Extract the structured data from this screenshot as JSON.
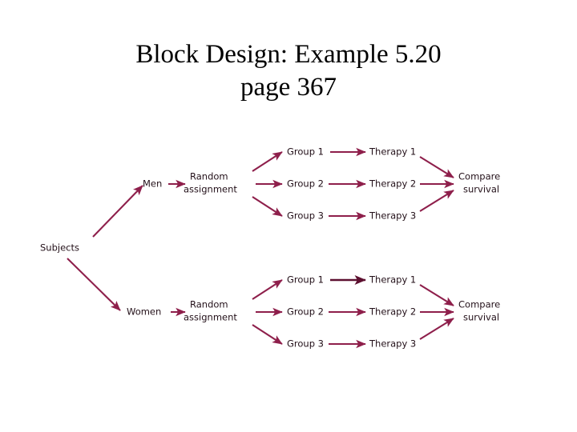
{
  "slide": {
    "title": "Block Design: Example 5.20\npage 367",
    "background_color": "#ffffff",
    "title_color": "#000000"
  },
  "diagram": {
    "name": "block-design-flow-diagram",
    "arrow_color": "#8e1f4b",
    "label_color": "#231019",
    "root": "Subjects",
    "blocks": [
      {
        "block_label": "Men",
        "randomizer_label": "Random\nassignment",
        "groups": [
          "Group 1",
          "Group 2",
          "Group 3"
        ],
        "therapies": [
          "Therapy 1",
          "Therapy 2",
          "Therapy 3"
        ],
        "outcome": "Compare\nsurvival"
      },
      {
        "block_label": "Women",
        "randomizer_label": "Random\nassignment",
        "groups": [
          "Group 1",
          "Group 2",
          "Group 3"
        ],
        "therapies": [
          "Therapy 1",
          "Therapy 2",
          "Therapy 3"
        ],
        "outcome": "Compare\nsurvival"
      }
    ],
    "nodes": {
      "subjects": "Subjects",
      "men": "Men",
      "women": "Women",
      "random_assignment_men_line1": "Random",
      "random_assignment_men_line2": "assignment",
      "random_assignment_women_line1": "Random",
      "random_assignment_women_line2": "assignment",
      "men_group_1": "Group 1",
      "men_group_2": "Group 2",
      "men_group_3": "Group 3",
      "men_therapy_1": "Therapy 1",
      "men_therapy_2": "Therapy 2",
      "men_therapy_3": "Therapy 3",
      "men_compare_line1": "Compare",
      "men_compare_line2": "survival",
      "women_group_1": "Group 1",
      "women_group_2": "Group 2",
      "women_group_3": "Group 3",
      "women_therapy_1": "Therapy 1",
      "women_therapy_2": "Therapy 2",
      "women_therapy_3": "Therapy 3",
      "women_compare_line1": "Compare",
      "women_compare_line2": "survival"
    }
  }
}
